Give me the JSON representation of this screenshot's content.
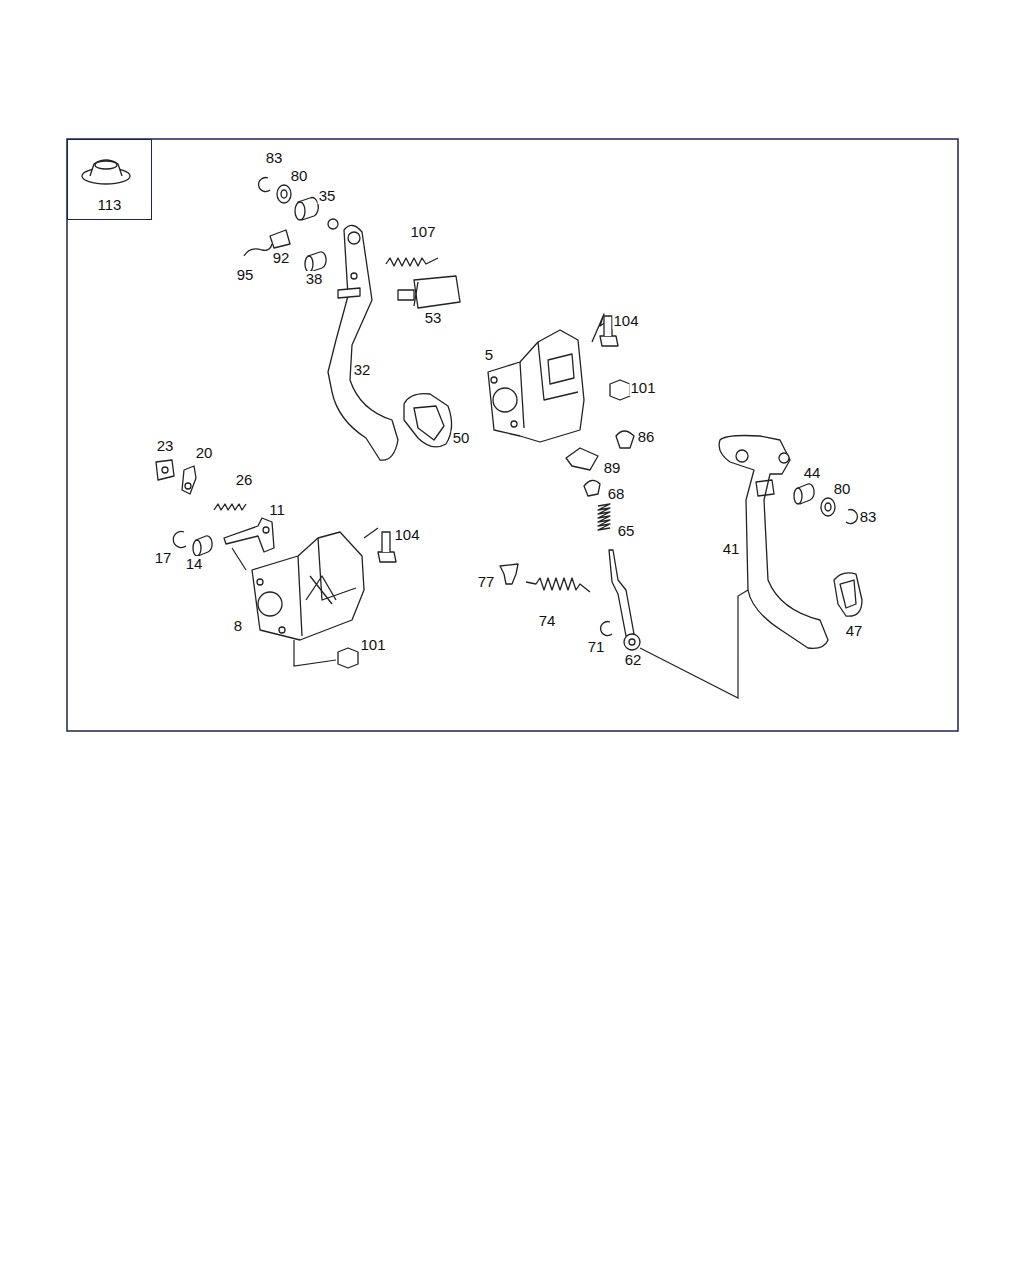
{
  "diagram": {
    "nodes": [
      {
        "text": [
          "113"
        ]
      }
    ],
    "labels": [
      "83",
      "80",
      "35",
      "107",
      "92",
      "95",
      "38",
      "53",
      "104",
      "5",
      "101",
      "32",
      "86",
      "50",
      "23",
      "20",
      "89",
      "68",
      "44",
      "80",
      "83",
      "26",
      "11",
      "65",
      "104",
      "41",
      "17",
      "14",
      "77",
      "74",
      "47",
      "8",
      "71",
      "62",
      "101"
    ]
  }
}
